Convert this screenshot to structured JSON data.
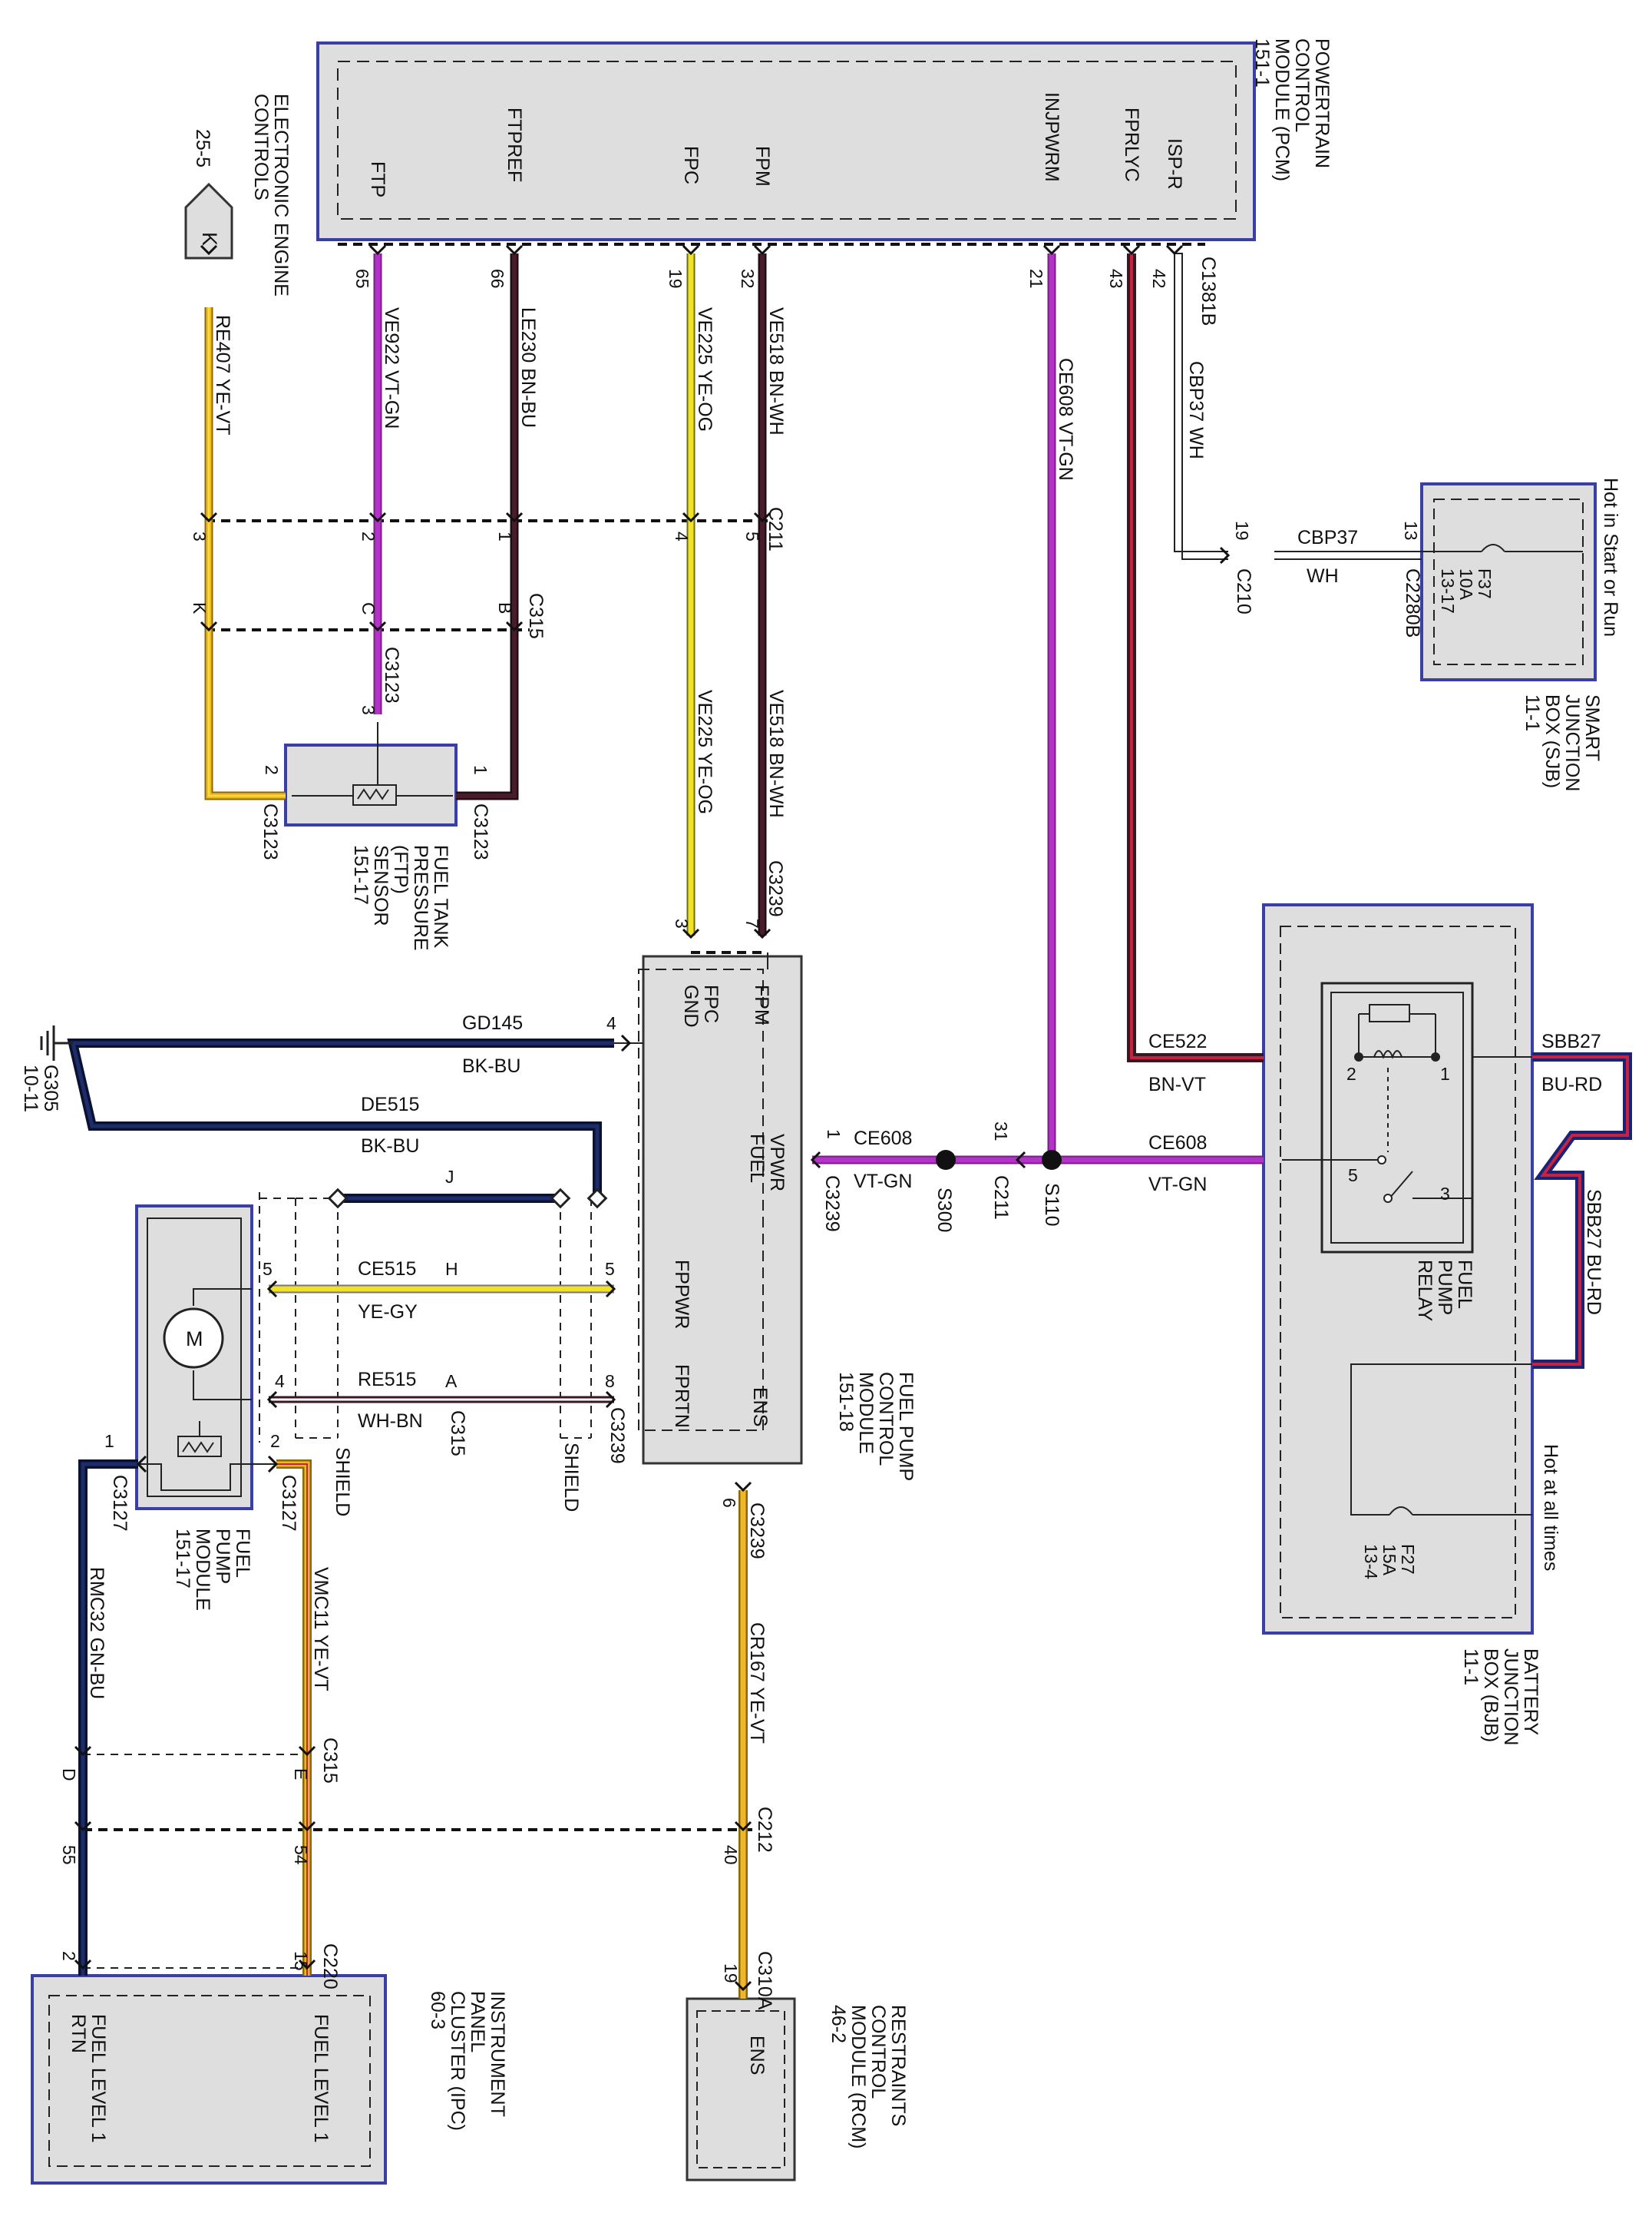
{
  "modules": {
    "pcm": {
      "lines": [
        "POWERTRAIN",
        "CONTROL",
        "MODULE (PCM)",
        "151-1"
      ],
      "pins": [
        "FTP",
        "FTPREF",
        "FPC",
        "FPM",
        "INJPWRM",
        "FPRLYC",
        "ISP-R"
      ]
    },
    "sjb": {
      "lines": [
        "SMART",
        "JUNCTION",
        "BOX (SJB)",
        "11-1"
      ],
      "hot": "Hot in Start or Run",
      "fuse": [
        "F37",
        "10A",
        "13-17"
      ]
    },
    "eec": {
      "lines": [
        "ELECTRONIC ENGINE",
        "CONTROLS",
        "25-5"
      ],
      "tag": "K"
    },
    "ftp_sensor": {
      "lines": [
        "FUEL TANK",
        "PRESSURE",
        "(FTP)",
        "SENSOR",
        "151-17"
      ]
    },
    "fpcm": {
      "lines": [
        "FUEL PUMP",
        "CONTROL",
        "MODULE",
        "151-18"
      ],
      "pins": [
        "FPM",
        "FPC",
        "GND",
        "VPWR",
        "FUEL",
        "FPPWR",
        "FPRTN",
        "ENS"
      ]
    },
    "bjb": {
      "lines": [
        "BATTERY",
        "JUNCTION",
        "BOX (BJB)",
        "11-1"
      ],
      "hot": "Hot at all times",
      "fuse": [
        "F27",
        "15A",
        "13-4"
      ]
    },
    "relay": {
      "lines": [
        "FUEL",
        "PUMP",
        "RELAY"
      ],
      "pins": [
        "1",
        "2",
        "3",
        "5"
      ]
    },
    "fpm": {
      "lines": [
        "FUEL",
        "PUMP",
        "MODULE",
        "151-17"
      ],
      "motor": "M"
    },
    "ipc": {
      "lines": [
        "INSTRUMENT",
        "PANEL",
        "CLUSTER (IPC)",
        "60-3"
      ],
      "pins": [
        "FUEL LEVEL 1",
        "FUEL LEVEL 1",
        "RTN"
      ]
    },
    "rcm": {
      "lines": [
        "RESTRAINTS",
        "CONTROL",
        "MODULE (RCM)",
        "46-2"
      ],
      "pins": [
        "ENS"
      ]
    }
  },
  "connectors": {
    "c1381b": "C1381B",
    "c211": "C211",
    "c315": "C315",
    "c3123": "C3123",
    "c3239": "C3239",
    "c210": "C210",
    "c2280b": "C2280B",
    "c3127": "C3127",
    "c212": "C212",
    "c220": "C220",
    "c310a": "C310A",
    "s110": "S110",
    "s300": "S300",
    "g305": "G305",
    "g305_ref": "10-11",
    "shield": "SHIELD"
  },
  "pin_numbers": {
    "pcm": [
      "65",
      "66",
      "19",
      "32",
      "21",
      "43",
      "42"
    ],
    "c211_left": [
      "3",
      "2",
      "1",
      "4",
      "5"
    ],
    "c315_top": [
      "K",
      "C",
      "B"
    ],
    "c3123": [
      "3",
      "2",
      "1"
    ],
    "c3239_top": [
      "3",
      "7"
    ],
    "gnd": "4",
    "vpwr": "1",
    "c211_mid": "31",
    "sjb": [
      "19",
      "13"
    ],
    "relay": [
      "2",
      "1",
      "5",
      "3"
    ],
    "pump_left": [
      "5",
      "4",
      "2",
      "1"
    ],
    "c315_mid": [
      "J",
      "H",
      "A"
    ],
    "fpcm_side": [
      "5",
      "8"
    ],
    "ens": "6",
    "c315_low": [
      "D",
      "E"
    ],
    "c212": [
      "55",
      "54",
      "40"
    ],
    "c220": [
      "2",
      "15"
    ],
    "rcm": "19"
  },
  "wires": {
    "re407": "RE407  YE-VT",
    "ve922": "VE922  VT-GN",
    "le230": "LE230  BN-BU",
    "ve225": "VE225  YE-OG",
    "ve518": "VE518  BN-WH",
    "ce608": "CE608  VT-GN",
    "cbp37": "CBP37  WH",
    "cbp37_id": "CBP37",
    "cbp37_color": "WH",
    "gd145": "GD145",
    "gd145_color": "BK-BU",
    "de515": "DE515",
    "de515_color": "BK-BU",
    "ce522": "CE522",
    "ce522_color": "BN-VT",
    "ce608_id": "CE608",
    "ce608_color": "VT-GN",
    "sbb27": "SBB27",
    "sbb27_color": "BU-RD",
    "sbb27_v": "SBB27  BU-RD",
    "ce515": "CE515",
    "ce515_color": "YE-GY",
    "re515": "RE515",
    "re515_color": "WH-BN",
    "vmc11": "VMC11  YE-VT",
    "rmc32": "RMC32  GN-BU",
    "cr167": "CR167  YE-VT"
  },
  "colors": {
    "box": "#dedede",
    "border": "#3a3fa5",
    "violet": "#b333c9",
    "yellow": "#f2e227",
    "brown": "#3a1723",
    "navy": "#14204e",
    "red": "#c8233e"
  }
}
